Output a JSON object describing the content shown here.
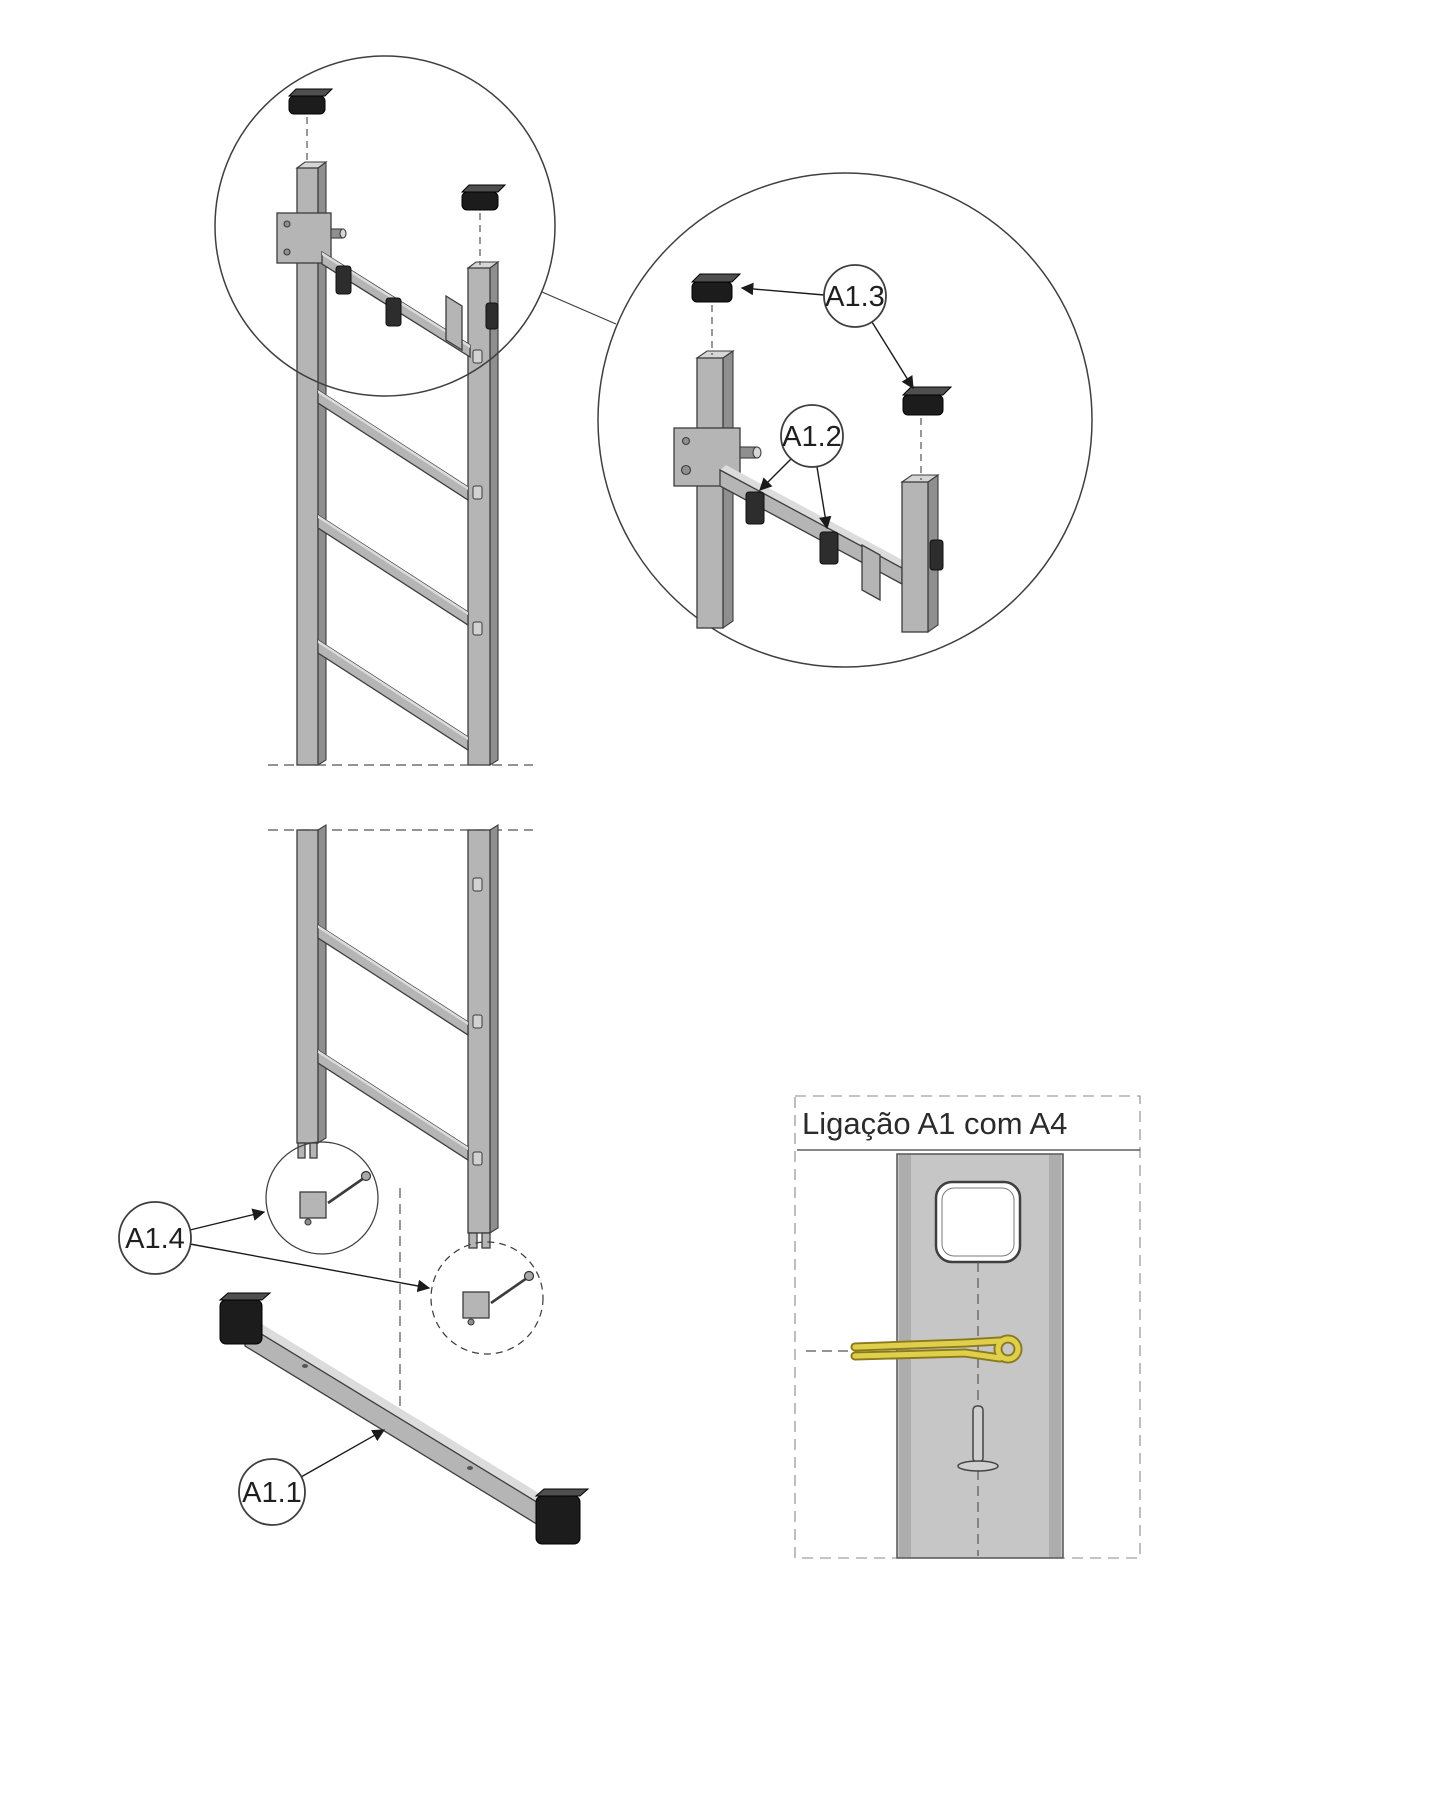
{
  "diagram": {
    "type": "exploded-assembly-drawing",
    "balloons": {
      "a11": {
        "label": "A1.1"
      },
      "a12": {
        "label": "A1.2"
      },
      "a13": {
        "label": "A1.3"
      },
      "a14": {
        "label": "A1.4"
      }
    },
    "connection_box": {
      "title": "Ligação A1 com A4"
    },
    "colors": {
      "ladder_gray": "#b5b5b5",
      "ladder_dark": "#8f8f8f",
      "ladder_light": "#d6d6d6",
      "cap_black": "#1c1c1c",
      "clamp_dark": "#2d2d2d",
      "outline": "#3c3c3c",
      "pin_yellow": "#e0cf4b",
      "pin_yellow_dark": "#8a7a1e",
      "background": "#ffffff"
    }
  }
}
